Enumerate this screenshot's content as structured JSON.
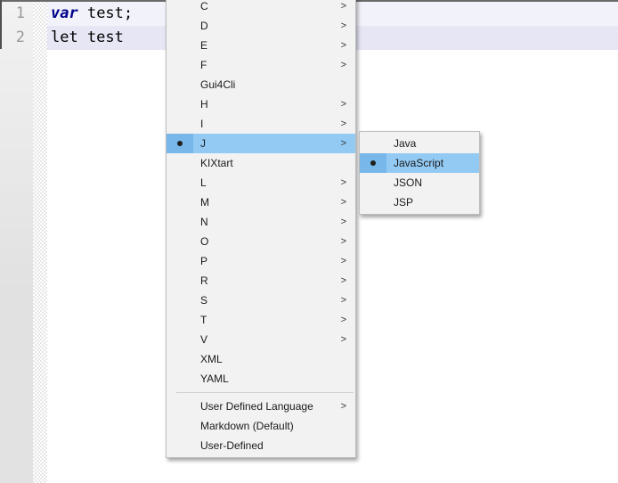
{
  "editor": {
    "lines": [
      {
        "number": "1",
        "tokens": [
          {
            "text": "var",
            "style": "keyword"
          },
          {
            "text": " test;",
            "style": "plain"
          }
        ]
      },
      {
        "number": "2",
        "tokens": [
          {
            "text": "let test",
            "style": "plain"
          }
        ]
      }
    ],
    "colors": {
      "keyword": "#00008b",
      "plain_text": "#000000",
      "line_number": "#999999",
      "current_line_bg": "#e6e6f5",
      "line1_bg": "#f2f2fb",
      "gutter_bg": "#e2e2e2",
      "top_border": "#6a6a6a"
    }
  },
  "menus": {
    "colors": {
      "menu_bg": "#f2f2f2",
      "border": "#bdbdbd",
      "highlight": "#93caf4",
      "highlight_gutter": "#77b7ea",
      "text": "#1a1a1a",
      "separator": "#d0d0d0"
    },
    "arrow_glyph": ">",
    "language_menu": {
      "items": [
        {
          "label": "C",
          "submenu": true
        },
        {
          "label": "D",
          "submenu": true
        },
        {
          "label": "E",
          "submenu": true
        },
        {
          "label": "F",
          "submenu": true
        },
        {
          "label": "Gui4Cli"
        },
        {
          "label": "H",
          "submenu": true
        },
        {
          "label": "I",
          "submenu": true
        },
        {
          "label": "J",
          "submenu": true,
          "checked": true,
          "highlighted": true
        },
        {
          "label": "KIXtart"
        },
        {
          "label": "L",
          "submenu": true
        },
        {
          "label": "M",
          "submenu": true
        },
        {
          "label": "N",
          "submenu": true
        },
        {
          "label": "O",
          "submenu": true
        },
        {
          "label": "P",
          "submenu": true
        },
        {
          "label": "R",
          "submenu": true
        },
        {
          "label": "S",
          "submenu": true
        },
        {
          "label": "T",
          "submenu": true
        },
        {
          "label": "V",
          "submenu": true
        },
        {
          "label": "XML"
        },
        {
          "label": "YAML"
        },
        {
          "separator": true
        },
        {
          "label": "User Defined Language",
          "submenu": true
        },
        {
          "label": "Markdown (Default)"
        },
        {
          "label": "User-Defined"
        }
      ]
    },
    "j_submenu": {
      "items": [
        {
          "label": "Java"
        },
        {
          "label": "JavaScript",
          "checked": true,
          "highlighted": true
        },
        {
          "label": "JSON"
        },
        {
          "label": "JSP"
        }
      ]
    }
  }
}
